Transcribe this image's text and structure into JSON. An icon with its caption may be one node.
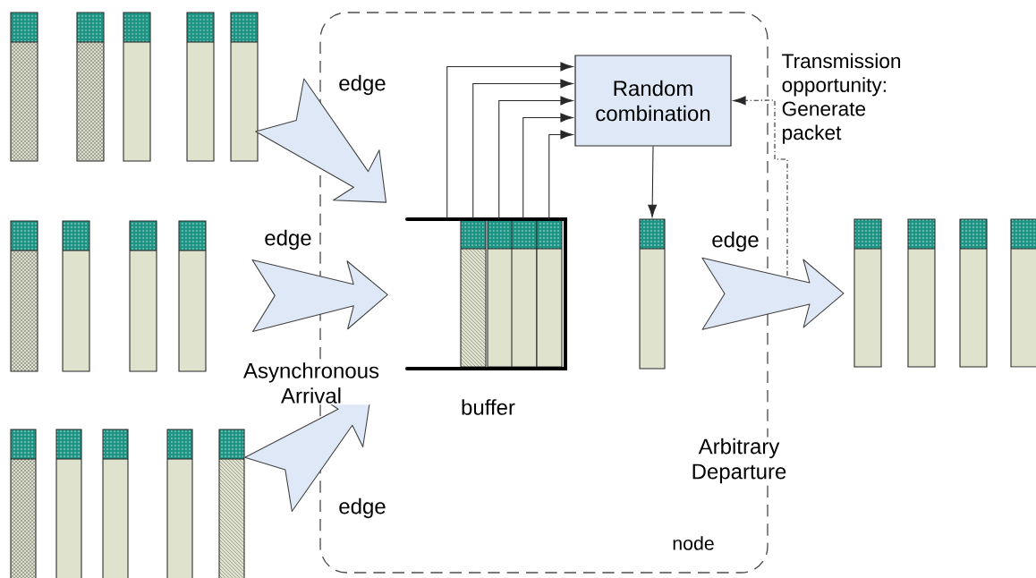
{
  "diagram": {
    "nodes": [
      {
        "text": [
          "node"
        ]
      },
      {
        "text": [
          "Random combination"
        ],
        "in": 0
      },
      {
        "text": [],
        "shape": "box",
        "beside": [
          "buffer"
        ],
        "in": 0
      },
      {
        "text": [],
        "shape": "bar",
        "in": 0
      },
      {
        "text": [],
        "shape": "bar"
      },
      {
        "text": [],
        "shape": "bar"
      },
      {
        "text": [],
        "shape": "bar"
      },
      {
        "text": [],
        "shape": "bar"
      }
    ],
    "edges": [
      {
        "from": 2,
        "to": 1,
        "arrow": "to"
      },
      {
        "from": 2,
        "to": 1,
        "arrow": "to"
      },
      {
        "from": 2,
        "to": 1,
        "arrow": "to"
      },
      {
        "from": 2,
        "to": 1,
        "arrow": "to"
      },
      {
        "from": 2,
        "to": 1,
        "arrow": "to"
      },
      {
        "from": 1,
        "to": 3,
        "arrow": "to"
      },
      {
        "from": null,
        "to": 1,
        "arrow": "to",
        "style": "dashed",
        "label": "Transmission opportunity: Generate packet"
      },
      {
        "from": 4,
        "to": 2,
        "arrow": "to",
        "style": "thick",
        "label": "edge"
      },
      {
        "from": 5,
        "to": 2,
        "arrow": "to",
        "style": "thick",
        "label": "edge"
      },
      {
        "from": 6,
        "to": 2,
        "arrow": "to",
        "style": "thick",
        "label": "edge"
      },
      {
        "from": 3,
        "to": 7,
        "arrow": "to",
        "style": "thick",
        "label": "edge"
      }
    ],
    "labels": [
      "Asynchronous Arrival",
      "Arbitrary Departure"
    ]
  }
}
